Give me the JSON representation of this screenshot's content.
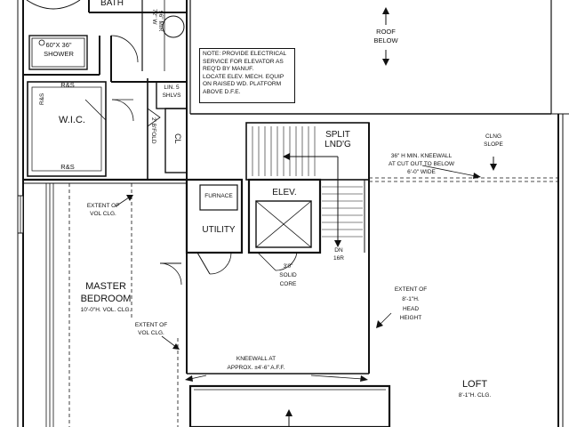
{
  "labels": {
    "bath": "BATH",
    "vanity_l1": "72\" W",
    "vanity_l2": "96\" MIR",
    "shower_l1": "60\"X 36\"",
    "shower_l2": "SHOWER",
    "note": "NOTE: PROVIDE ELECTRICAL\nSERVICE FOR ELEVATOR AS\nREQ'D BY MANUF.\nLOCATE ELEV. MECH. EQUIP\nON RAISED WD. PLATFORM\nABOVE D.F.E.",
    "roof_below_l1": "ROOF",
    "roof_below_l2": "BELOW",
    "rs_top": "R&S",
    "rs_left": "R&S",
    "rs_bottom": "R&S",
    "wic": "W.I.C.",
    "lin_l1": "LIN. 5",
    "lin_l2": "SHLVS",
    "bifold": "2' B'FOLD",
    "cl": "CL",
    "split_l1": "SPLIT",
    "split_l2": "LND'G",
    "clng_l1": "CLNG",
    "clng_l2": "SLOPE",
    "kneewall_top_l1": "36\" H MIN. KNEEWALL",
    "kneewall_top_l2": "AT CUT OUT TO BELOW",
    "kneewall_top_l3": "6'-0\" WIDE",
    "extent_vol_l1": "EXTENT OF",
    "extent_vol_l2": "VOL CLG.",
    "furnace": "FURNACE",
    "utility": "UTILITY",
    "elev": "ELEV.",
    "dn": "DN",
    "dn_risers": "16R",
    "solid_l1": "3'0\"",
    "solid_l2": "SOLID",
    "solid_l3": "CORE",
    "extent_head_l1": "EXTENT OF",
    "extent_head_l2": "8'-1\"H.",
    "extent_head_l3": "HEAD",
    "extent_head_l4": "HEIGHT",
    "master_l1": "MASTER",
    "master_l2": "BEDROOM",
    "master_l3": "10'-0\"H. VOL. CLG.",
    "extent_vol2_l1": "EXTENT OF",
    "extent_vol2_l2": "VOL CLG.",
    "kneewall_bot_l1": "KNEEWALL AT",
    "kneewall_bot_l2": "APPROX. ±4'-6\" A.F.F.",
    "loft_l1": "LOFT",
    "loft_l2": "8'-1\"H. CLG."
  }
}
